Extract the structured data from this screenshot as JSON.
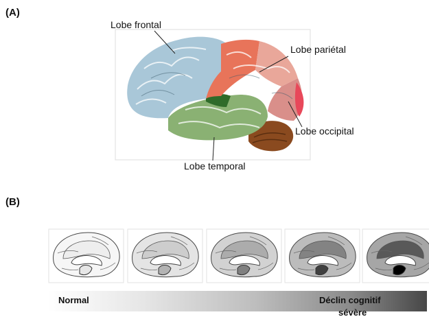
{
  "panel_a": {
    "label": "(A)",
    "lobes": {
      "frontal": "Lobe frontal",
      "parietal": "Lobe pariétal",
      "occipital": "Lobe occipital",
      "temporal": "Lobe temporal"
    }
  },
  "panel_b": {
    "label": "(B)",
    "scale_left": "Normal",
    "scale_right_line1": "Déclin cognitif",
    "scale_right_line2": "sévère",
    "stages": [
      {
        "level": 0.1
      },
      {
        "level": 0.3
      },
      {
        "level": 0.5
      },
      {
        "level": 0.75
      },
      {
        "level": 1.0
      }
    ]
  },
  "colors": {
    "frontal": "#a9c7d8",
    "parietal_front": "#e8745a",
    "parietal_back": "#e9a79a",
    "occipital": "#d98f8a",
    "occipital_tip": "#e8485a",
    "temporal": "#8ab173",
    "temporal_dark": "#2f6b2a",
    "cerebellum": "#8a4a1f"
  }
}
